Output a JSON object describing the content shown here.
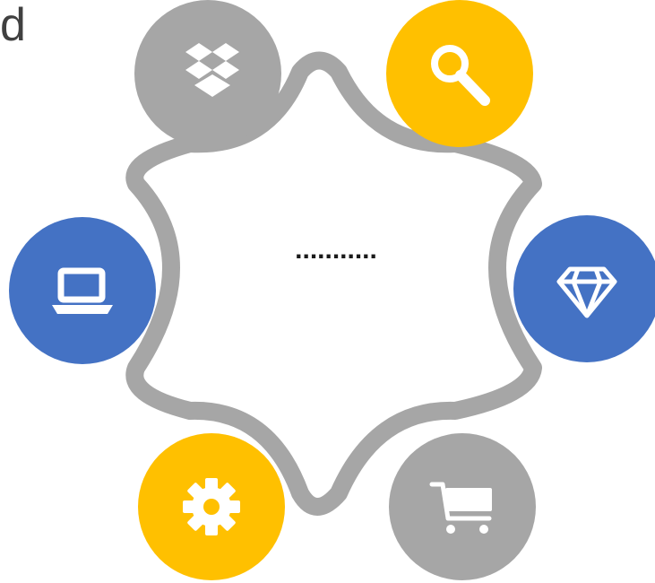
{
  "header": {
    "partial_text": "d"
  },
  "center": {
    "text": "..........."
  },
  "colors": {
    "gray": "#A6A6A6",
    "yellow": "#FFC000",
    "blue": "#4472C4",
    "outline": "#A6A6A6",
    "icon": "#FFFFFF"
  },
  "nodes": [
    {
      "icon": "dropbox-icon",
      "color": "gray"
    },
    {
      "icon": "search-icon",
      "color": "yellow"
    },
    {
      "icon": "laptop-icon",
      "color": "blue"
    },
    {
      "icon": "diamond-icon",
      "color": "blue"
    },
    {
      "icon": "gear-icon",
      "color": "yellow"
    },
    {
      "icon": "cart-icon",
      "color": "gray"
    }
  ]
}
